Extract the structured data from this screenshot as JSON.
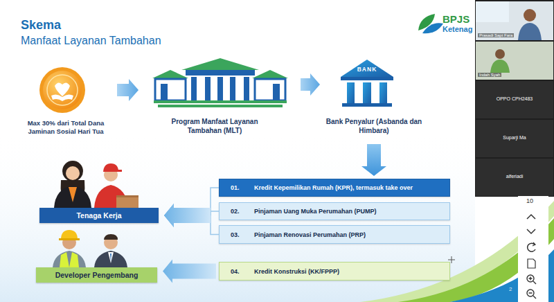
{
  "diagram": {
    "title": "Skema",
    "nodes": [
      {
        "text": [
          "Max 30% dari Total Dana Jaminan Sosial Hari Tua"
        ]
      },
      {
        "text": [
          "Program Manfaat Layanan Tambahan (MLT)"
        ]
      },
      {
        "text": [
          "BANK",
          "Bank Penyalur (Asbanda dan Himbara)"
        ]
      },
      {
        "text": [
          "01.",
          "Kredit Kepemilikan Rumah (KPR), termasuk take over"
        ]
      },
      {
        "text": [
          "02.",
          "Pinjaman Uang Muka Perumahan (PUMP)"
        ]
      },
      {
        "text": [
          "03.",
          "Pinjaman Renovasi Perumahan (PRP)"
        ]
      },
      {
        "text": [
          "04.",
          "Kredit Konstruksi (KK/FPPP)"
        ]
      },
      {
        "text": [
          "Tenaga Kerja"
        ]
      },
      {
        "text": [
          "Developer Pengembang"
        ]
      }
    ],
    "edges": [
      {
        "from": 0,
        "to": 1,
        "arrow": "to"
      },
      {
        "from": 1,
        "to": 2,
        "arrow": "to"
      },
      {
        "from": 2,
        "to": 3,
        "arrow": "to"
      },
      {
        "from": 3,
        "to": 7,
        "arrow": "to"
      },
      {
        "from": 4,
        "to": 7,
        "arrow": "to"
      },
      {
        "from": 5,
        "to": 7,
        "arrow": "to"
      },
      {
        "from": 6,
        "to": 8,
        "arrow": "to"
      }
    ],
    "labels": [
      "Manfaat Layanan Tambahan",
      "BPJS",
      "Ketenag",
      "Prasadi Sapt Fara",
      "Indah Syah",
      "OPPO CPH2483",
      "Suparji Ma",
      "alferiadi",
      "10",
      "2"
    ]
  }
}
